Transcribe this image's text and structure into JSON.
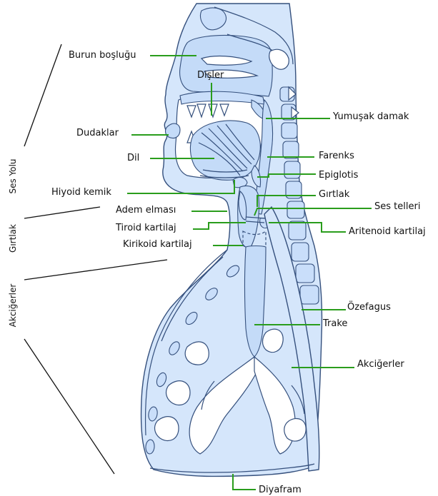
{
  "labels": {
    "burun_boslugu": "Burun boşluğu",
    "disler": "Dişler",
    "yumusak_damak": "Yumuşak damak",
    "dudaklar": "Dudaklar",
    "farenks": "Farenks",
    "dil": "Dil",
    "epiglotis": "Epiglotis",
    "hiyoid_kemik": "Hiyoid kemik",
    "girtlak": "Gırtlak",
    "adem_elmasi": "Adem elması",
    "ses_telleri": "Ses telleri",
    "tiroid_kartilaj": "Tiroid kartilaj",
    "aritenoid_kartilaj": "Aritenoid kartilaj",
    "krikoid_kartilaj": "Kirikoid kartilaj",
    "ozefagus": "Özefagus",
    "trake": "Trake",
    "akcigerler": "Akciğerler",
    "diyafram": "Diyafram"
  },
  "groups": {
    "ses_yolu": "Ses Yolu",
    "girtlak": "Gırtlak",
    "akcigerler": "Akciğerler"
  },
  "colors": {
    "leader": "#2a9d1c",
    "tissue": "#d5e6fb",
    "outline": "#35507d"
  }
}
